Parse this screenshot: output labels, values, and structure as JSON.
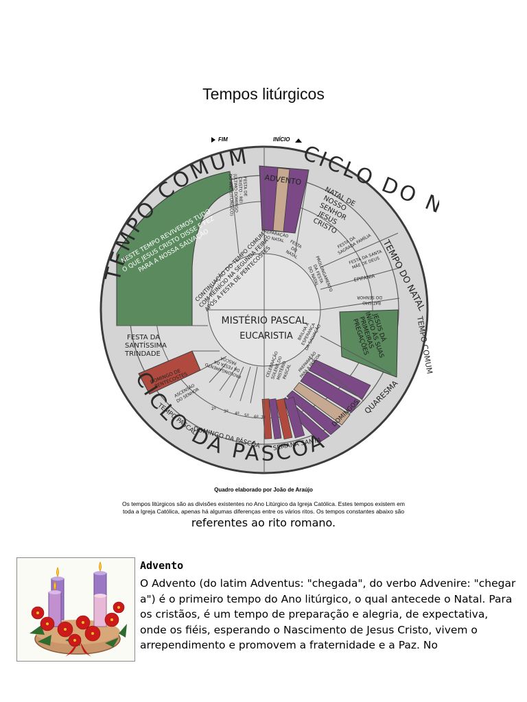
{
  "page": {
    "title": "Tempos litúrgicos"
  },
  "wheel": {
    "marker_end": "FIM",
    "marker_start": "INÍCIO",
    "outer_ring": {
      "tempo_comum_top": "TEMPO COMUM",
      "ciclo_do_natal": "CICLO DO NATAL",
      "ciclo_da_pascoa": "CICLO DA PÁSCOA",
      "tempo_comum_right": "TEMPO COMUM"
    },
    "center": {
      "line1": "MISTÉRIO PASCAL",
      "line2": "EUCARISTIA"
    },
    "segments": {
      "advento": "ADVENTO",
      "natal": [
        "NATAL DE",
        "NOSSO",
        "SENHOR",
        "JESUS",
        "CRISTO"
      ],
      "tempo_do_natal": "TEMPO DO NATAL",
      "festa_sagrada_familia": [
        "FESTA DA",
        "SAGRADA FAMÍLIA"
      ],
      "santa_mae_de_deus": [
        "FESTA DA SANTA",
        "MÃE DE DEUS"
      ],
      "epifania": "EPIFANIA",
      "batismo": [
        "BATISMO",
        "DO SENHOR"
      ],
      "preparacao_natal": [
        "PREPARAÇÃO",
        "DO NATAL"
      ],
      "festa_natal": [
        "FESTA",
        "DO",
        "NATAL"
      ],
      "prolongamento_natal": [
        "PROLONGAMENTO",
        "DA FESTA",
        "DO NATAL"
      ],
      "jesus_pregacoes": [
        "JESUS DÁ",
        "INÍCIO ÀS SUAS",
        "PRIMEIRAS",
        "PREGAÇÕES"
      ],
      "quaresma": "QUARESMA",
      "domingos": "DOMINGOS",
      "semana_santa": "SEMANA SANTA",
      "preparacao_pascoa": [
        "PREPARAÇÃO",
        "PARA A PÁSCOA"
      ],
      "celebracao_misterio": [
        "CELEBRAÇÃO",
        "SOLENE DO",
        "MISTÉRIO",
        "PASCAL"
      ],
      "brilha_esperanca": [
        "BRILHA A",
        "ESPERANÇA",
        "DA SALVAÇÃO"
      ],
      "tempo_pascal": "TEMPO PASCAL",
      "domingo_da_pascoa": "DOMINGO DA PÁSCOA",
      "domingo_de_pentecostes": [
        "DOMINGO DE",
        "PENTECOSTES"
      ],
      "ascensao": [
        "ASCENSÃO",
        "DO SENHOR"
      ],
      "prolongamento_pascoa": [
        "PROLONGAMENTO",
        "DA FESTA DA",
        "PÁSCOA"
      ],
      "festa_trindade": [
        "FESTA DA",
        "SANTÍSSIMA",
        "TRINDADE"
      ],
      "continuacao_tempo_comum": [
        "CONTINUAÇÃO DO TEMPO COMUM",
        "COM REINÍCIO NA SEGUNDA FEIRA",
        "APÓS A FESTA DE PENTECOSTES"
      ],
      "neste_tempo": [
        "NESTE TEMPO REVIVEMOS TUDO",
        "O QUE JESUS CRISTO DISSE E FEZ",
        "PARA A NOSSA SALVAÇÃO"
      ],
      "cristo_rei": [
        "FESTA DE",
        "CRISTO - REI",
        "(ÚLTIMO DOMINGO",
        "DO ANO LITÚRGICO)"
      ],
      "numbers": [
        "2º",
        "3º",
        "4º",
        "5º",
        "6º",
        "7º"
      ]
    },
    "colors": {
      "green": "#5a8a5e",
      "purple": "#7b4a86",
      "rose": "#c7a890",
      "red": "#b04a3e",
      "grey": "#d2d2d2"
    }
  },
  "credit": "Quadro elaborado por João de Araújo",
  "caption": {
    "line1": "Os tempos litúrgicos são as divisões existentes no Ano Litúrgico da Igreja Católica. Estes tempos existem em",
    "line2": "toda a Igreja Católica, apenas há algumas diferenças entre os vários ritos. Os tempos constantes abaixo são",
    "line3": "referentes ao rito romano."
  },
  "image": {
    "icon": "advent-wreath-icon"
  },
  "section": {
    "title": "Advento",
    "body": "O Advento (do latim Adventus: \"chegada\", do verbo Advenire: \"chegar a\") é o primeiro tempo do Ano litúrgico, o qual antecede o Natal. Para os cristãos, é um tempo de preparação e alegria, de expectativa, onde os fiéis, esperando o Nascimento de Jesus Cristo, vivem o arrependimento e promovem a fraternidade e a Paz. No"
  }
}
